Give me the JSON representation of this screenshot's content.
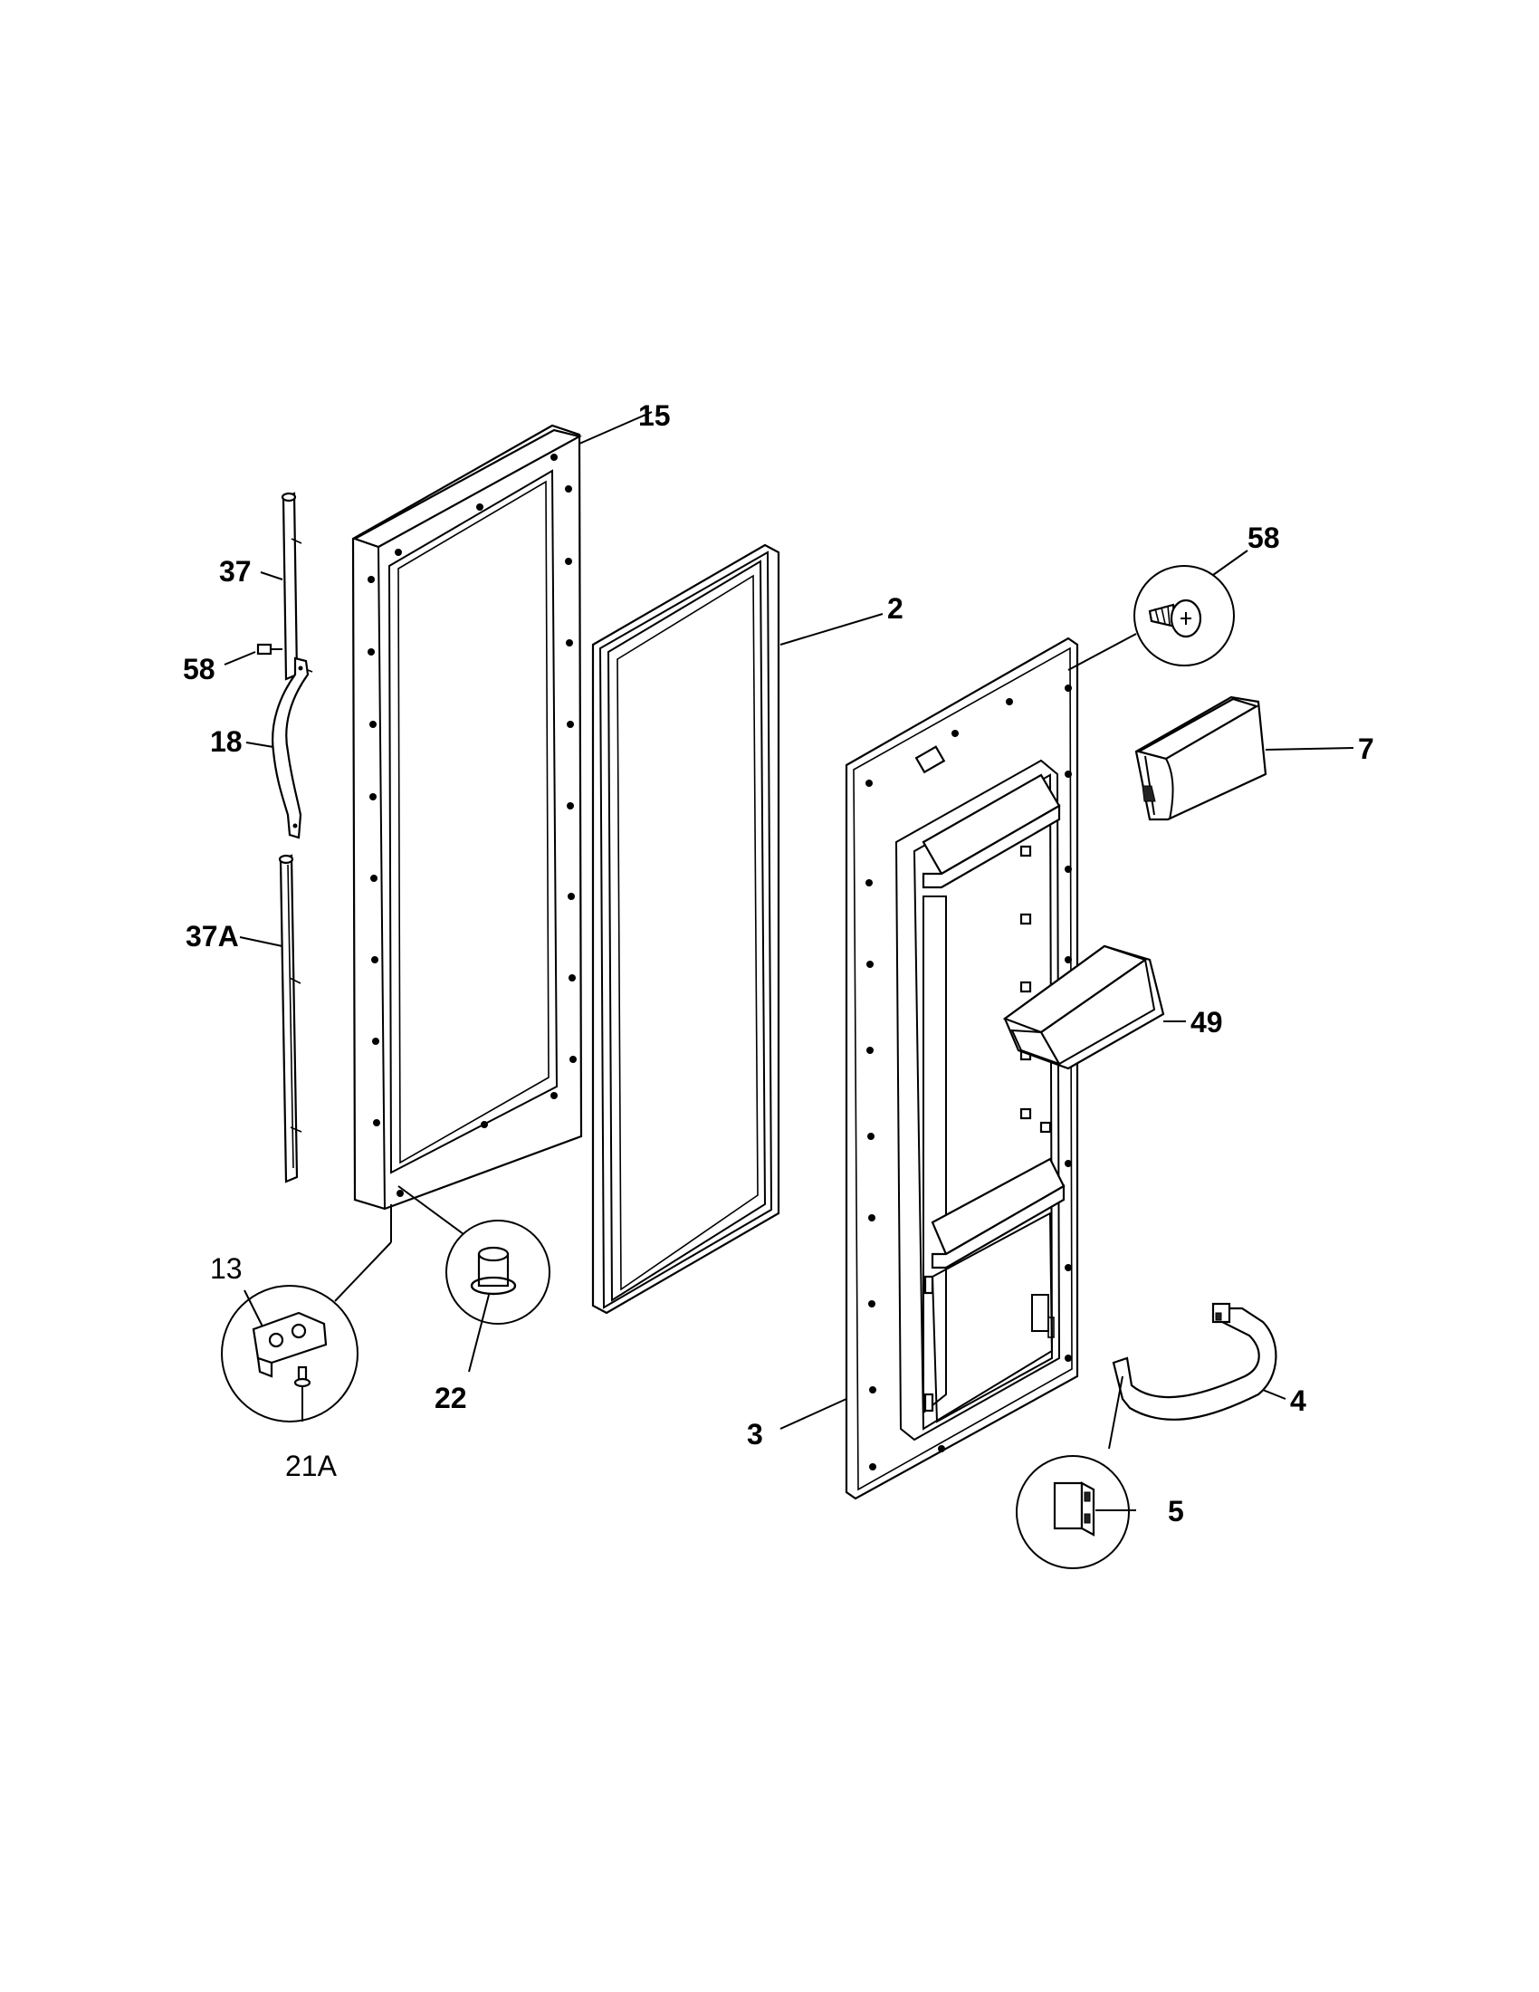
{
  "diagram": {
    "callouts": [
      {
        "id": "15",
        "style": "bold"
      },
      {
        "id": "37",
        "style": "bold"
      },
      {
        "id": "58-left",
        "text": "58",
        "style": "bold"
      },
      {
        "id": "18",
        "style": "bold"
      },
      {
        "id": "37A",
        "style": "bold"
      },
      {
        "id": "2",
        "style": "bold"
      },
      {
        "id": "58-right",
        "text": "58",
        "style": "bold"
      },
      {
        "id": "7",
        "style": "bold"
      },
      {
        "id": "49",
        "style": "bold"
      },
      {
        "id": "13",
        "style": "plain"
      },
      {
        "id": "21A",
        "style": "plain"
      },
      {
        "id": "22",
        "style": "bold"
      },
      {
        "id": "3",
        "style": "bold"
      },
      {
        "id": "4",
        "style": "bold"
      },
      {
        "id": "5",
        "style": "bold"
      }
    ],
    "labels": {
      "l15": "15",
      "l37": "37",
      "l58a": "58",
      "l18": "18",
      "l37A": "37A",
      "l2": "2",
      "l58b": "58",
      "l7": "7",
      "l49": "49",
      "l13": "13",
      "l21A": "21A",
      "l22": "22",
      "l3": "3",
      "l4": "4",
      "l5": "5"
    },
    "parts": {
      "15": "door-frame",
      "37": "trim-top",
      "58": "screw",
      "18": "handle",
      "37A": "trim-bottom",
      "2": "gasket",
      "7": "dairy-door",
      "49": "door-bin",
      "13": "hinge-bracket",
      "21A": "hinge-screw",
      "22": "bushing",
      "3": "door-liner",
      "4": "bar-rail",
      "5": "rail-clip"
    }
  }
}
